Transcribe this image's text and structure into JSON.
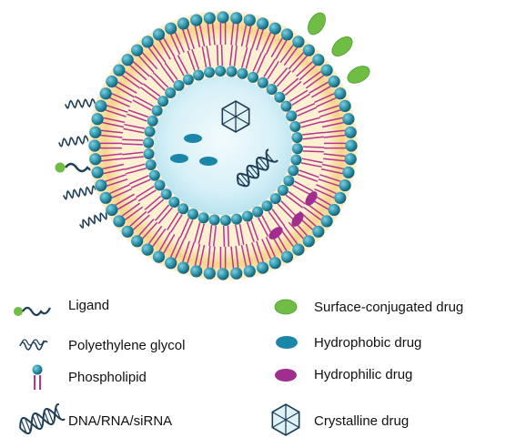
{
  "colors": {
    "head": "#2b8fa6",
    "head_dark": "#12586b",
    "tail": "#b7348f",
    "core_light": "#e6f6fb",
    "core_mid": "#bfe6f1",
    "band": "#f6d58a",
    "band_light": "#fdf1d2",
    "surface_drug": "#6fbd45",
    "hydrophobic": "#1a86a8",
    "hydrophilic": "#a12d8e",
    "line": "#1f3f57"
  },
  "legend": {
    "ligand": {
      "label": "Ligand",
      "icon": "ligand-icon"
    },
    "peg": {
      "label": "Polyethylene glycol",
      "icon": "peg-icon"
    },
    "phospholipid": {
      "label": "Phospholipid",
      "icon": "phospholipid-icon"
    },
    "nucleic": {
      "label": "DNA/RNA/siRNA",
      "icon": "dna-icon"
    },
    "surface": {
      "label": "Surface-conjugated drug",
      "icon": "surface-drug-icon"
    },
    "hydrophobic": {
      "label": "Hydrophobic drug",
      "icon": "hydrophobic-drug-icon"
    },
    "hydrophilic": {
      "label": "Hydrophilic drug",
      "icon": "hydrophilic-drug-icon"
    },
    "crystalline": {
      "label": "Crystalline drug",
      "icon": "crystalline-drug-icon"
    }
  }
}
